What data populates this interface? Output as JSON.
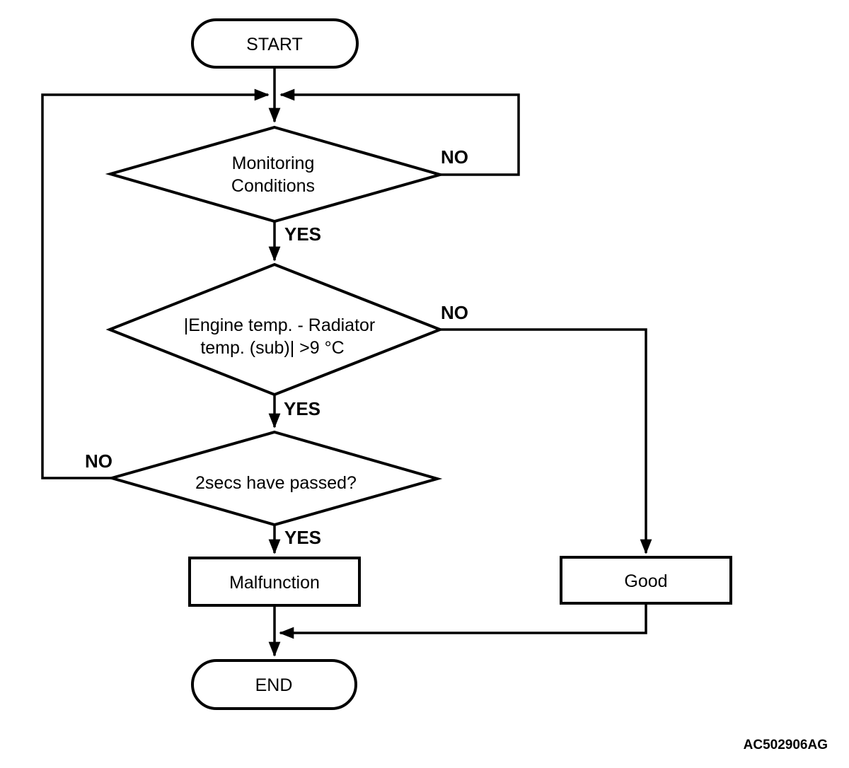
{
  "flowchart": {
    "background_color": "#ffffff",
    "line_color": "#000000",
    "reference_code": "AC502906AG",
    "nodes": {
      "start": {
        "label": "START"
      },
      "monitoring": {
        "line1": "Monitoring",
        "line2": "Conditions"
      },
      "engine_temp": {
        "line1": "|Engine temp. - Radiator",
        "line2": "temp. (sub)| >9 °C"
      },
      "two_secs": {
        "label": "2secs have passed?"
      },
      "malfunction": {
        "label": "Malfunction"
      },
      "good": {
        "label": "Good"
      },
      "end": {
        "label": "END"
      }
    },
    "edge_labels": {
      "monitoring_no": "NO",
      "monitoring_yes": "YES",
      "engine_temp_no": "NO",
      "engine_temp_yes": "YES",
      "two_secs_no": "NO",
      "two_secs_yes": "YES"
    }
  }
}
